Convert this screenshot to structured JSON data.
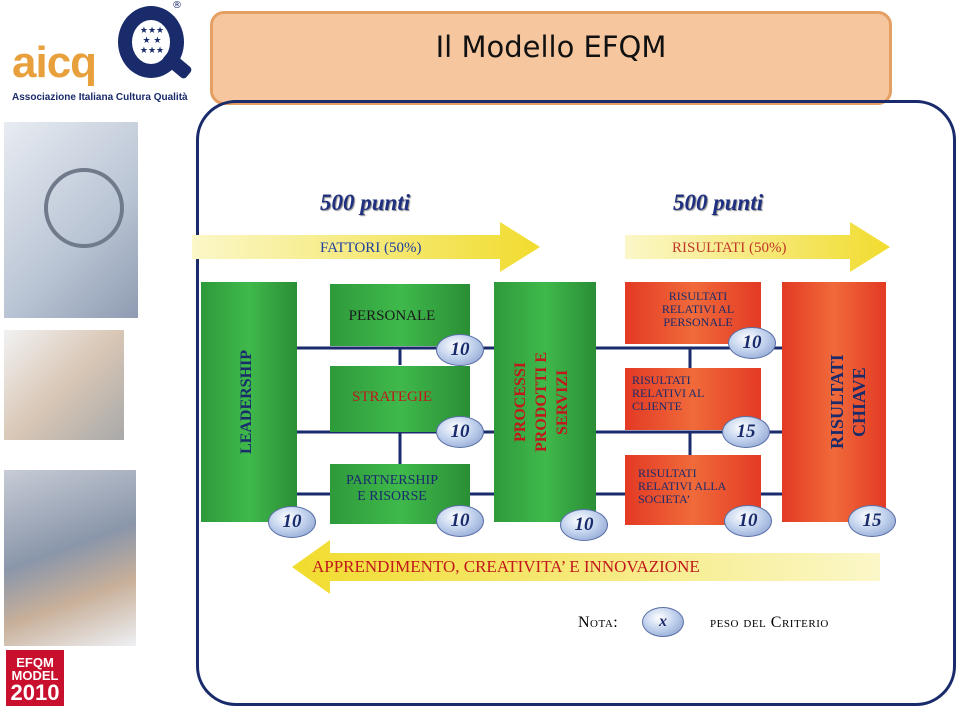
{
  "logo": {
    "brand": "aicq",
    "subtitle": "Associazione Italiana Cultura Qualità",
    "registered": "®",
    "stars": "★★★ ★ ★ ★★★"
  },
  "title": "Il Modello EFQM",
  "badge_efqm": {
    "line1": "EFQM",
    "line2": "MODEL",
    "line3": "2010"
  },
  "enablers": {
    "points": "500 punti",
    "label": "FATTORI (50%)"
  },
  "results": {
    "points": "500 punti",
    "label": "RISULTATI (50%)"
  },
  "boxes": {
    "leadership": "LEADERSHIP",
    "personale": "PERSONALE",
    "strategie": "STRATEGIE",
    "partnership_line1": "PARTNERSHIP",
    "partnership_line2": "E RISORSE",
    "processi_line1": "PROCESSI",
    "processi_line2": "PRODOTTI E",
    "processi_line3": "SERVIZI",
    "ris_personale": [
      "RISULTATI",
      "RELATIVI AL",
      "PERSONALE"
    ],
    "ris_cliente": [
      "RISULTATI",
      "RELATIVI AL",
      "CLIENTE"
    ],
    "ris_societa": [
      "RISULTATI",
      "RELATIVI ALLA",
      "SOCIETA’"
    ],
    "ris_chiave_line1": "RISULTATI",
    "ris_chiave_line2": "CHIAVE"
  },
  "weights": {
    "leadership": "10",
    "personale": "10",
    "strategie": "10",
    "partnership": "10",
    "processi": "10",
    "ris_personale": "10",
    "ris_cliente": "15",
    "ris_societa": "10",
    "ris_chiave": "15"
  },
  "bottom_arrow": "APPRENDIMENTO, CREATIVITA’ E INNOVAZIONE",
  "note": {
    "label": "Nota:",
    "symbol": "x",
    "text": "peso del Criterio"
  },
  "colors": {
    "green": "#2f9e3b",
    "orange": "#e8442a",
    "frame": "#1a2b6b",
    "title_bg": "#f6c79f",
    "arrow": "#f4e84a"
  }
}
